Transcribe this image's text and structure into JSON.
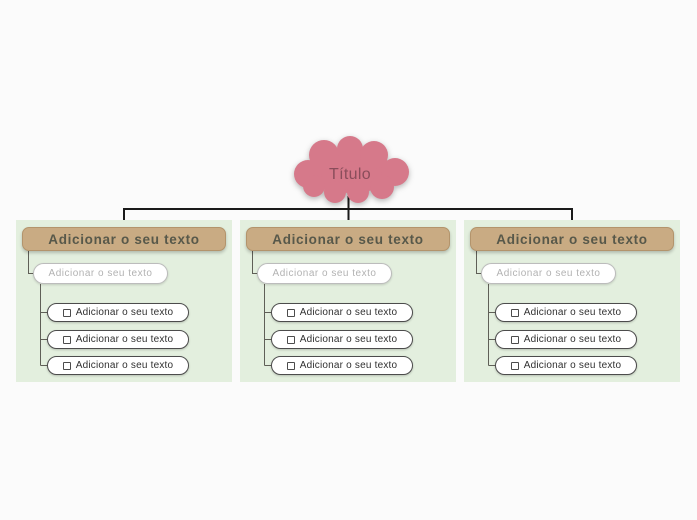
{
  "root": {
    "label": "Título"
  },
  "branches": [
    {
      "header": "Adicionar o seu texto",
      "subtopic": "Adicionar o seu texto",
      "tasks": [
        "Adicionar o seu texto",
        "Adicionar o seu texto",
        "Adicionar o seu texto"
      ]
    },
    {
      "header": "Adicionar o seu texto",
      "subtopic": "Adicionar o seu texto",
      "tasks": [
        "Adicionar o seu texto",
        "Adicionar o seu texto",
        "Adicionar o seu texto"
      ]
    },
    {
      "header": "Adicionar o seu texto",
      "subtopic": "Adicionar o seu texto",
      "tasks": [
        "Adicionar o seu texto",
        "Adicionar o seu texto",
        "Adicionar o seu texto"
      ]
    }
  ],
  "colors": {
    "canvas_bg": "#fbfbfb",
    "panel_bg": "#e3efde",
    "header_fill": "#c9ab83",
    "header_text": "#57584a",
    "cloud_fill": "#d6798a",
    "cloud_text": "#8a4d5b",
    "connector_top": "#1a1a1a",
    "connector_branch": "#5f5f57",
    "subtopic_text": "#b2b2b2",
    "task_text": "#303030"
  }
}
